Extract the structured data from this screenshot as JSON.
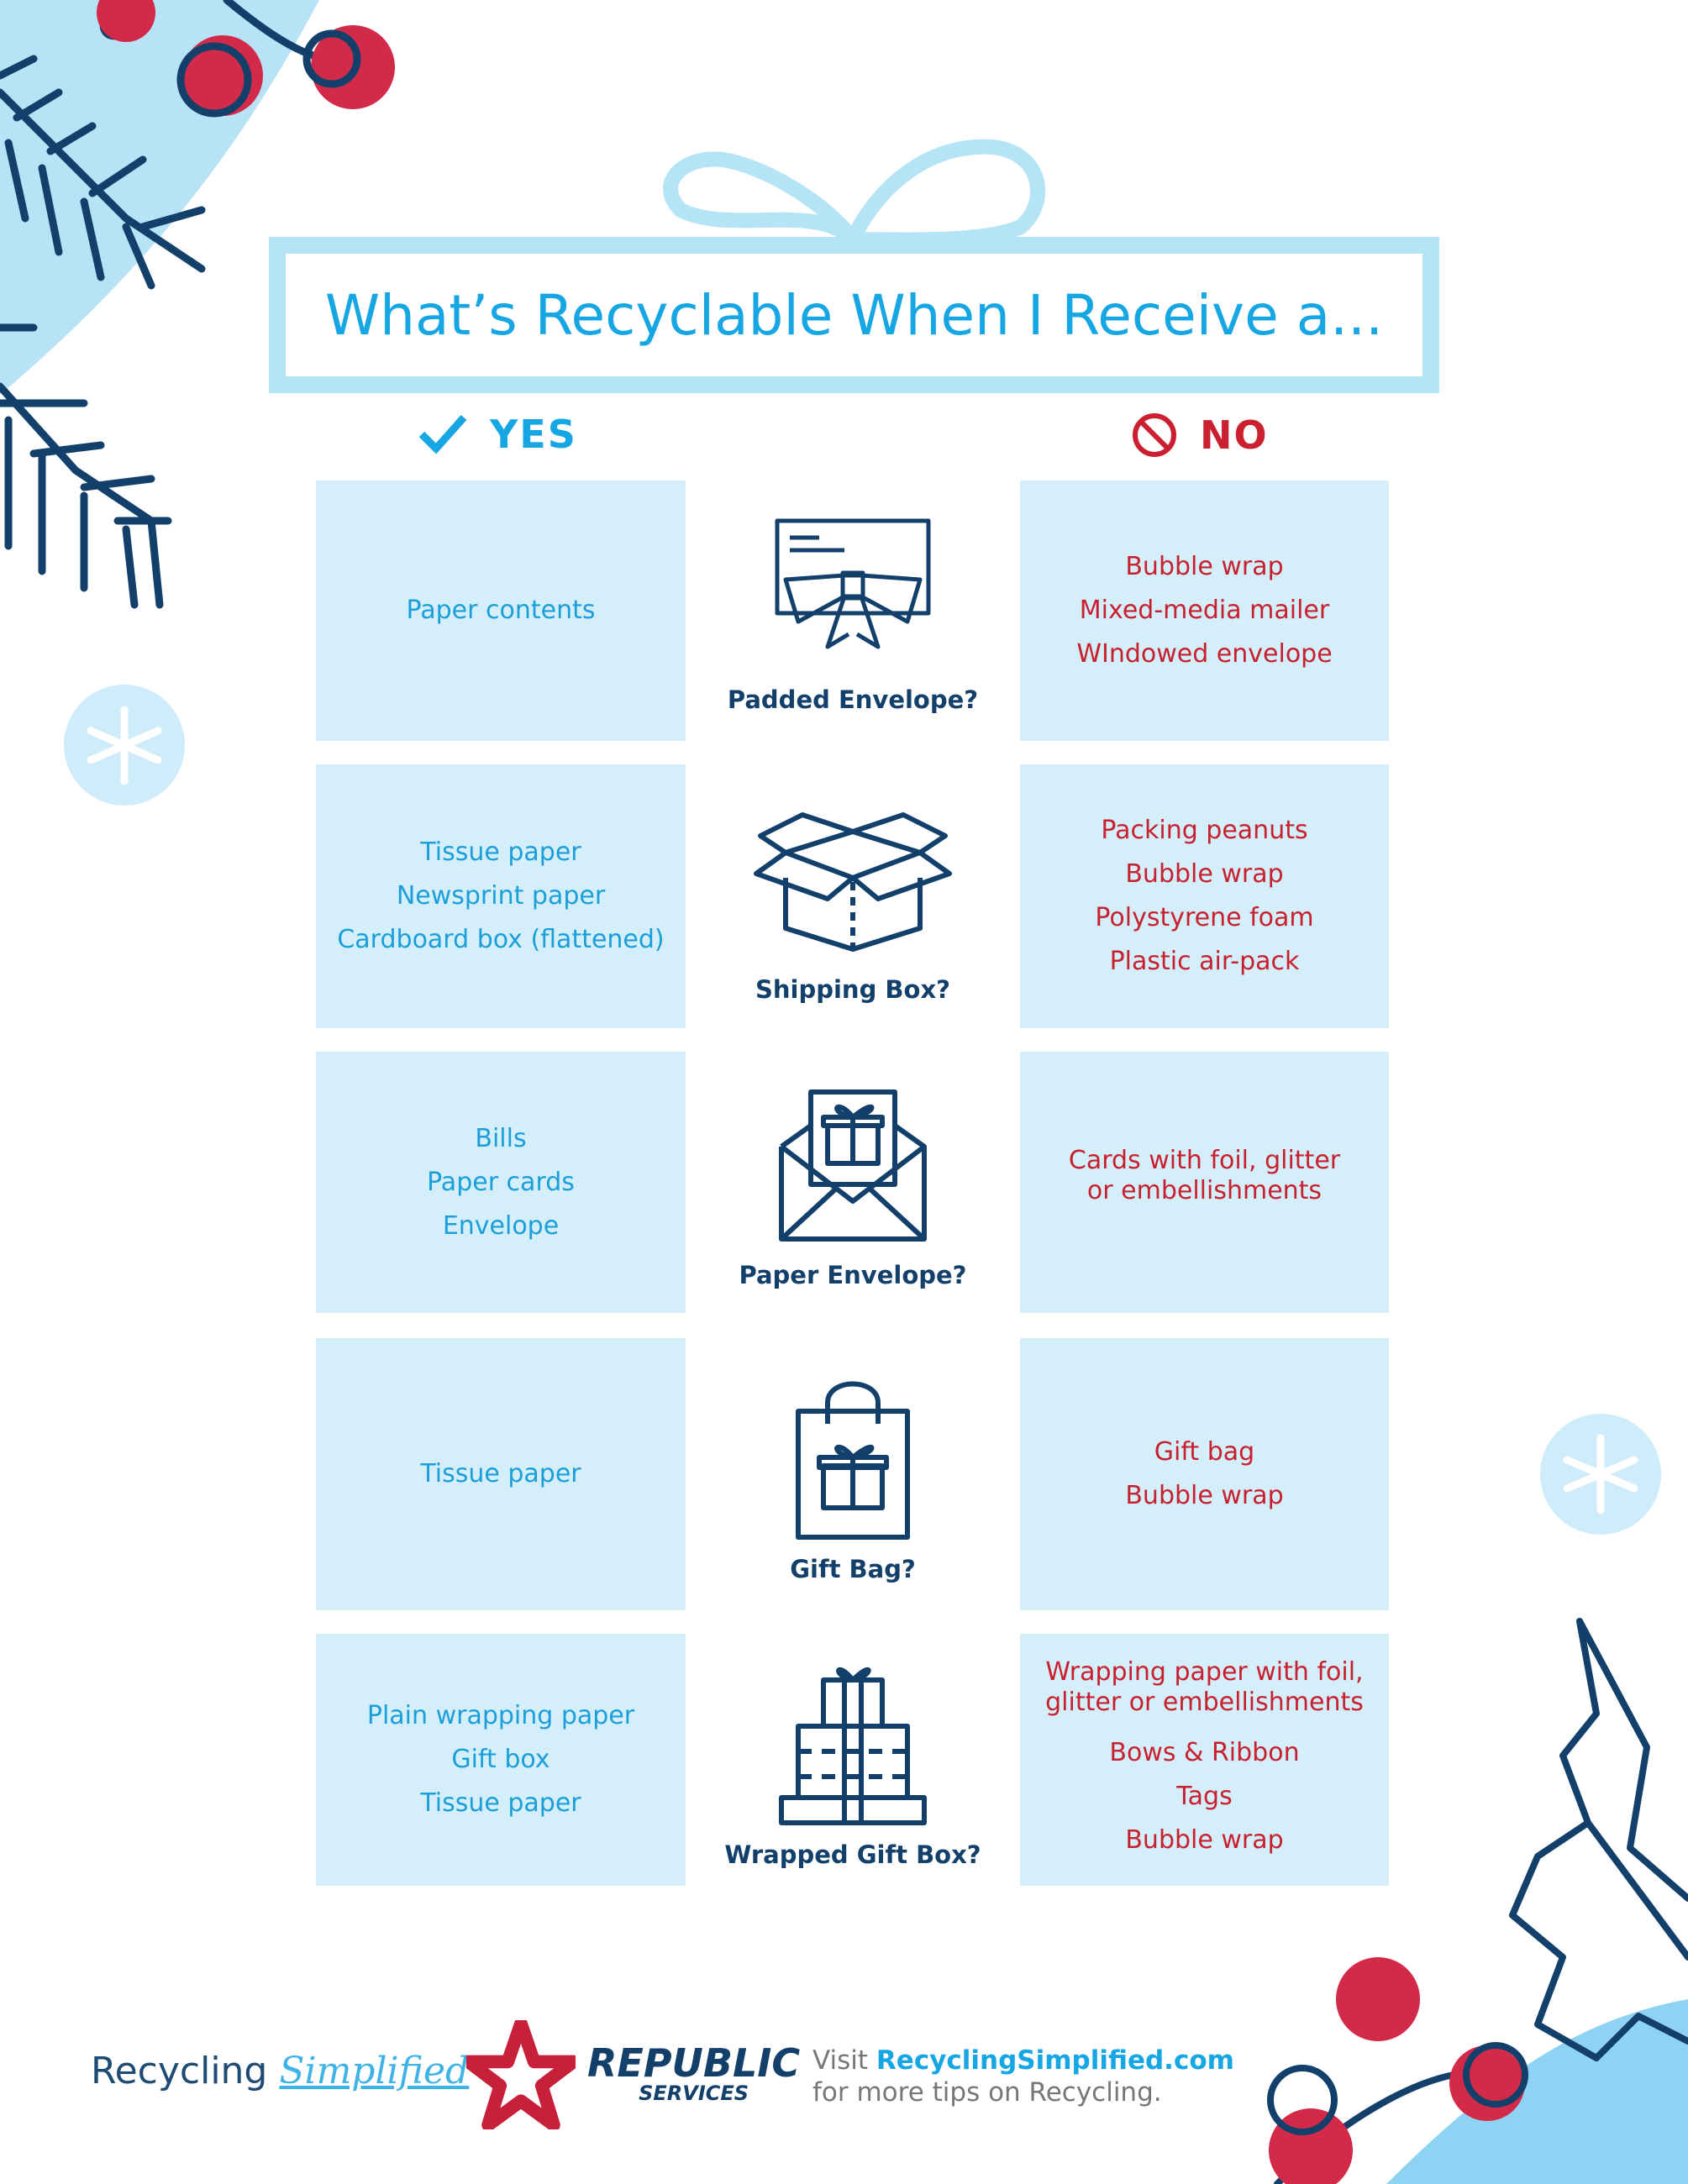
{
  "title": "What’s Recyclable When I Receive a...",
  "headers": {
    "yes": "YES",
    "no": "NO"
  },
  "colors": {
    "blue": "#16a6e3",
    "red": "#cc1f2f",
    "navy": "#12406b",
    "box": "#d4eefa"
  },
  "rows": [
    {
      "item": "Padded Envelope?",
      "icon": "padded-envelope-icon",
      "yes": [
        "Paper contents"
      ],
      "no": [
        "Bubble wrap",
        "Mixed-media mailer",
        "WIndowed envelope"
      ]
    },
    {
      "item": "Shipping Box?",
      "icon": "shipping-box-icon",
      "yes": [
        "Tissue paper",
        "Newsprint paper",
        "Cardboard box (flattened)"
      ],
      "no": [
        "Packing peanuts",
        "Bubble wrap",
        "Polystyrene foam",
        "Plastic air-pack"
      ]
    },
    {
      "item": "Paper Envelope?",
      "icon": "paper-envelope-icon",
      "yes": [
        "Bills",
        "Paper cards",
        "Envelope"
      ],
      "no": [
        "Cards with foil, glitter or embellishments"
      ]
    },
    {
      "item": "Gift Bag?",
      "icon": "gift-bag-icon",
      "yes": [
        "Tissue paper"
      ],
      "no": [
        "Gift bag",
        "Bubble wrap"
      ]
    },
    {
      "item": "Wrapped Gift Box?",
      "icon": "wrapped-gift-box-icon",
      "yes": [
        "Plain wrapping paper",
        "Gift box",
        "Tissue paper"
      ],
      "no": [
        "Wrapping paper with foil, glitter or embellishments",
        "Bows & Ribbon",
        "Tags",
        "Bubble wrap"
      ]
    }
  ],
  "footer": {
    "brand_a": "Recycling",
    "brand_b": "Simplified",
    "republic": "REPUBLIC",
    "services": "SERVICES",
    "visit": "Visit",
    "url": "RecyclingSimplified.com",
    "tip": "for more tips on Recycling."
  }
}
